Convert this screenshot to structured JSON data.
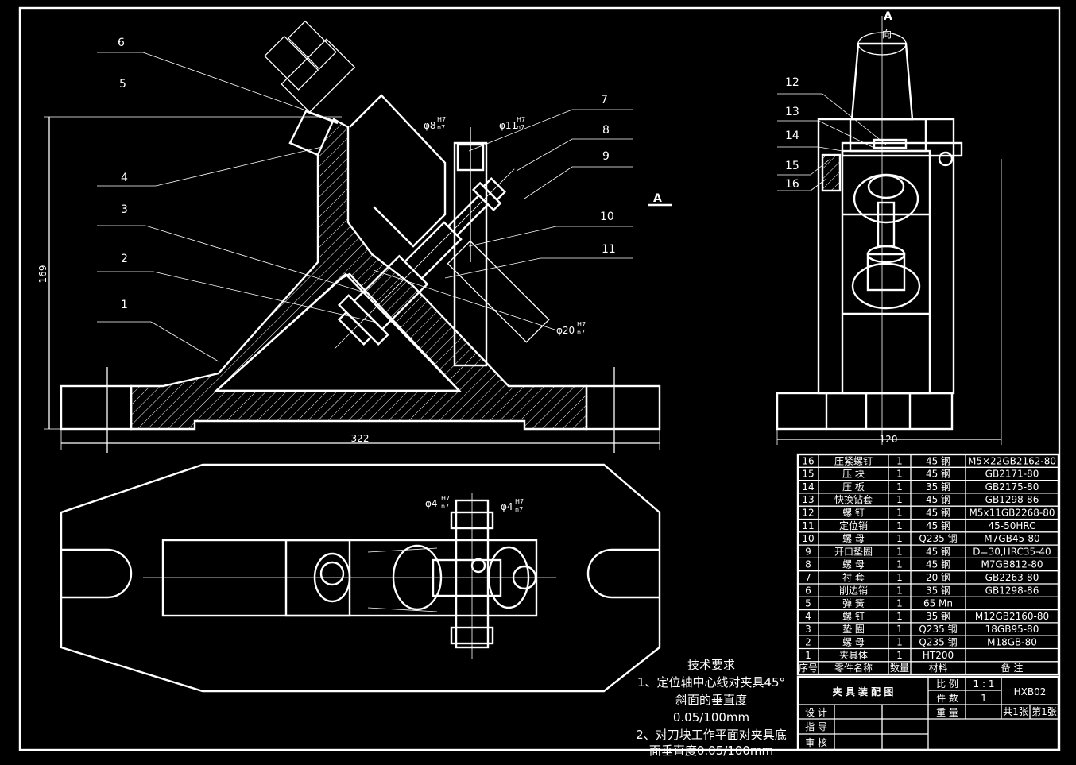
{
  "view_label": "A",
  "view_label_dir": "A\n向",
  "view_a_top": "A",
  "view_a_dir": "向",
  "leaders_left": [
    "6",
    "5",
    "4",
    "3",
    "2",
    "1"
  ],
  "leaders_right": [
    "7",
    "8",
    "9",
    "10",
    "11"
  ],
  "leaders_side": [
    "12",
    "13",
    "14",
    "15",
    "16"
  ],
  "dims": {
    "height": "169",
    "width": "322",
    "side_width": "120",
    "fit1": "φ8H7/n7",
    "fit2": "φ11H7/n7",
    "fit3": "φ20H7/n7",
    "fit4": "φ4H7/n7",
    "fit5": "φ4H7/n7"
  },
  "fit_labels": {
    "f1": "φ8",
    "f1s": "H7",
    "f1b": "n7",
    "f2": "φ11",
    "f2s": "H7",
    "f2b": "n7",
    "f3": "φ20",
    "f3s": "H7",
    "f3b": "n7",
    "f4": "φ4",
    "f4s": "H7",
    "f4b": "n7",
    "f5": "φ4",
    "f5s": "H7",
    "f5b": "n7"
  },
  "tech": {
    "title": "技术要求",
    "l1": "1、定位轴中心线对夹具45°",
    "l2": "斜面的垂直度",
    "l3": "0.05/100mm",
    "l4": "2、对刀块工作平面对夹具底",
    "l5": "面垂直度0.05/100mm"
  },
  "bom": [
    {
      "no": "16",
      "name": "压紧螺钉",
      "qty": "1",
      "mat": "45 钢",
      "note": "M5×22GB2162-80"
    },
    {
      "no": "15",
      "name": "压  块",
      "qty": "1",
      "mat": "45 钢",
      "note": "GB2171-80"
    },
    {
      "no": "14",
      "name": "压  板",
      "qty": "1",
      "mat": "35 钢",
      "note": "GB2175-80"
    },
    {
      "no": "13",
      "name": "快换钻套",
      "qty": "1",
      "mat": "45 钢",
      "note": "GB1298-86"
    },
    {
      "no": "12",
      "name": "螺  钉",
      "qty": "1",
      "mat": "45 钢",
      "note": "M5x11GB2268-80"
    },
    {
      "no": "11",
      "name": "定位销",
      "qty": "1",
      "mat": "45 钢",
      "note": "45-50HRC"
    },
    {
      "no": "10",
      "name": "螺  母",
      "qty": "1",
      "mat": "Q235 钢",
      "note": "M7GB45-80"
    },
    {
      "no": "9",
      "name": "开口垫圈",
      "qty": "1",
      "mat": "45 钢",
      "note": "D=30,HRC35-40"
    },
    {
      "no": "8",
      "name": "螺  母",
      "qty": "1",
      "mat": "45 钢",
      "note": "M7GB812-80"
    },
    {
      "no": "7",
      "name": "衬  套",
      "qty": "1",
      "mat": "20 钢",
      "note": "GB2263-80"
    },
    {
      "no": "6",
      "name": "削边销",
      "qty": "1",
      "mat": "35 钢",
      "note": "GB1298-86"
    },
    {
      "no": "5",
      "name": "弹  簧",
      "qty": "1",
      "mat": "65 Mn",
      "note": ""
    },
    {
      "no": "4",
      "name": "螺  钉",
      "qty": "1",
      "mat": "35 钢",
      "note": "M12GB2160-80"
    },
    {
      "no": "3",
      "name": "垫  圈",
      "qty": "1",
      "mat": "Q235 钢",
      "note": "18GB95-80"
    },
    {
      "no": "2",
      "name": "螺  母",
      "qty": "1",
      "mat": "Q235 钢",
      "note": "M18GB-80"
    },
    {
      "no": "1",
      "name": "夹具体",
      "qty": "1",
      "mat": "HT200",
      "note": ""
    }
  ],
  "bom_header": {
    "no": "序号",
    "name": "零件名称",
    "qty": "数量",
    "mat": "材料",
    "note": "备  注"
  },
  "title_block": {
    "name": "夹 具 装 配 图",
    "scale_label": "比 例",
    "scale": "1 : 1",
    "count_label": "件 数",
    "count": "1",
    "weight_label": "重 量",
    "code": "HXB02",
    "sheets": "共1张",
    "sheet": "第1张",
    "design": "设  计",
    "drafter": "指  导",
    "check": "审  核"
  }
}
